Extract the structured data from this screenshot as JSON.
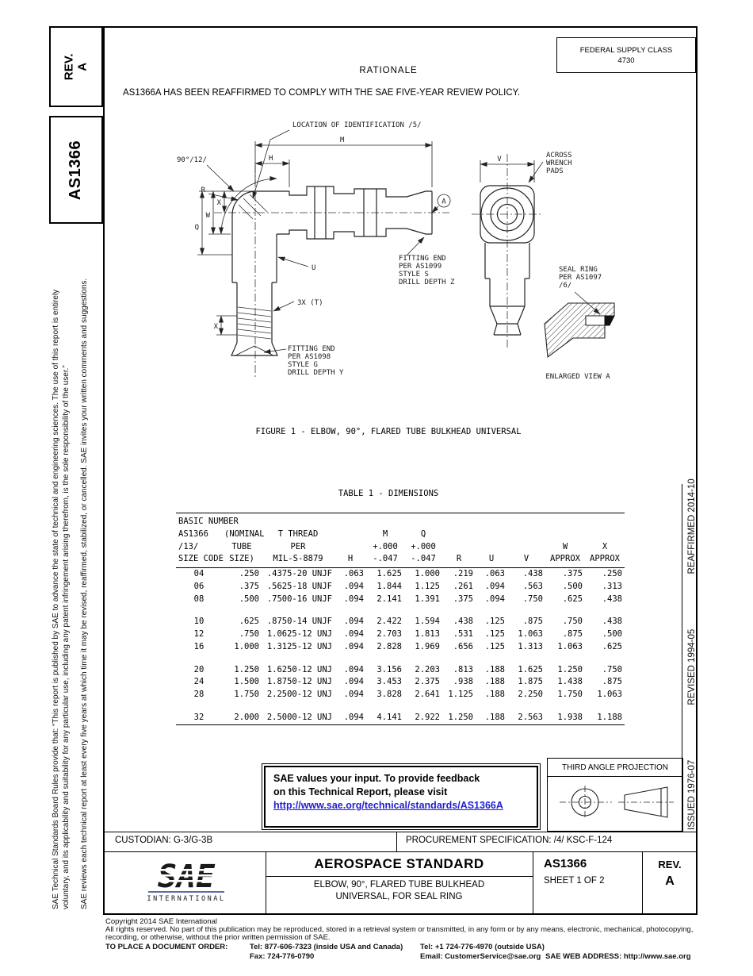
{
  "sidebar": {
    "rev_label": "REV.",
    "rev_value": "A",
    "doc_number": "AS1366",
    "disclaimer1_line1": "SAE Technical Standards Board Rules provide that: “This report is published by SAE to advance the state of technical and engineering sciences. The use of this report is entirely",
    "disclaimer1_line2": "voluntary, and its applicability and suitability for any particular use, including any patent infringement arising therefrom, is the sole responsibility of the user.”",
    "disclaimer2": "SAE reviews each technical report at least every five years at which time it may be revised, reaffirmed, stabilized, or cancelled. SAE invites your written comments and suggestions."
  },
  "header": {
    "federal_supply_class": "FEDERAL SUPPLY CLASS",
    "federal_supply_code": "4730",
    "rationale_title": "RATIONALE",
    "rationale_text": "AS1366A HAS BEEN REAFFIRMED TO COMPLY WITH THE SAE FIVE-YEAR REVIEW POLICY."
  },
  "revision_strip": {
    "issued": "ISSUED 1976-07",
    "revised": "REVISED 1994-05",
    "reaffirmed": "REAFFIRMED 2014-10"
  },
  "figure": {
    "caption": "FIGURE 1 - ELBOW, 90°, FLARED TUBE BULKHEAD UNIVERSAL",
    "labels": {
      "location_id": "LOCATION OF IDENTIFICATION /5/",
      "angle": "90°/12/",
      "r_dim": "R",
      "h_dim": "H",
      "m_dim": "M",
      "x_dim_top": "X",
      "w_dim": "W",
      "q_dim": "Q",
      "x_dim_bottom": "X",
      "u_dim": "U",
      "t_dim": "3X (T)",
      "view_a": "A",
      "v_dim": "V",
      "fitting_end_s": [
        "FITTING END",
        "PER AS1099",
        "STYLE S",
        "DRILL DEPTH Z"
      ],
      "fitting_end_g": [
        "FITTING END",
        "PER AS1098",
        "STYLE G",
        "DRILL DEPTH Y"
      ],
      "across_wrench": [
        "ACROSS",
        "WRENCH",
        "PADS"
      ],
      "seal_ring": [
        "SEAL RING",
        "PER AS1097",
        "/6/"
      ],
      "enlarged_view": "ENLARGED VIEW A"
    }
  },
  "table": {
    "title": "TABLE 1 - DIMENSIONS",
    "header_lines": [
      [
        "BASIC NUMBER",
        "",
        "",
        "",
        "",
        "",
        "",
        "",
        "",
        "",
        ""
      ],
      [
        "AS1366",
        "(NOMINAL",
        "T THREAD",
        "",
        "M",
        "Q",
        "",
        "",
        "",
        "",
        ""
      ],
      [
        "/13/",
        "TUBE",
        "PER",
        "",
        "+.000",
        "+.000",
        "",
        "",
        "",
        "W",
        "X"
      ],
      [
        "SIZE CODE",
        "SIZE)",
        "MIL-S-8879",
        "H",
        "-.047",
        "-.047",
        "R",
        "U",
        "V",
        "APPROX",
        "APPROX"
      ]
    ],
    "groups": [
      [
        [
          "04",
          ".250",
          ".4375-20 UNJF",
          ".063",
          "1.625",
          "1.000",
          ".219",
          ".063",
          ".438",
          ".375",
          ".250"
        ],
        [
          "06",
          ".375",
          ".5625-18 UNJF",
          ".094",
          "1.844",
          "1.125",
          ".261",
          ".094",
          ".563",
          ".500",
          ".313"
        ],
        [
          "08",
          ".500",
          ".7500-16 UNJF",
          ".094",
          "2.141",
          "1.391",
          ".375",
          ".094",
          ".750",
          ".625",
          ".438"
        ]
      ],
      [
        [
          "10",
          ".625",
          ".8750-14 UNJF",
          ".094",
          "2.422",
          "1.594",
          ".438",
          ".125",
          ".875",
          ".750",
          ".438"
        ],
        [
          "12",
          ".750",
          "1.0625-12 UNJ",
          ".094",
          "2.703",
          "1.813",
          ".531",
          ".125",
          "1.063",
          ".875",
          ".500"
        ],
        [
          "16",
          "1.000",
          "1.3125-12 UNJ",
          ".094",
          "2.828",
          "1.969",
          ".656",
          ".125",
          "1.313",
          "1.063",
          ".625"
        ]
      ],
      [
        [
          "20",
          "1.250",
          "1.6250-12 UNJ",
          ".094",
          "3.156",
          "2.203",
          ".813",
          ".188",
          "1.625",
          "1.250",
          ".750"
        ],
        [
          "24",
          "1.500",
          "1.8750-12 UNJ",
          ".094",
          "3.453",
          "2.375",
          ".938",
          ".188",
          "1.875",
          "1.438",
          ".875"
        ],
        [
          "28",
          "1.750",
          "2.2500-12 UNJ",
          ".094",
          "3.828",
          "2.641",
          "1.125",
          ".188",
          "2.250",
          "1.750",
          "1.063"
        ]
      ],
      [
        [
          "32",
          "2.000",
          "2.5000-12 UNJ",
          ".094",
          "4.141",
          "2.922",
          "1.250",
          ".188",
          "2.563",
          "1.938",
          "1.188"
        ]
      ]
    ]
  },
  "feedback": {
    "line1": "SAE values your input. To provide feedback",
    "line2": "on this Technical Report, please visit",
    "link": "http://www.sae.org/technical/standards/AS1366A"
  },
  "projection": {
    "title": "THIRD ANGLE PROJECTION"
  },
  "custodian_row": {
    "custodian": "CUSTODIAN: G-3/G-3B",
    "procurement": "PROCUREMENT SPECIFICATION: /4/ KSC-F-124"
  },
  "title_block": {
    "logo_text": "SAE",
    "logo_sub": "INTERNATIONAL",
    "standard_type": "AEROSPACE STANDARD",
    "title_line1": "ELBOW, 90°, FLARED TUBE BULKHEAD",
    "title_line2": "UNIVERSAL, FOR SEAL RING",
    "doc_number": "AS1366",
    "sheet": "SHEET 1 OF 2",
    "rev_label": "REV.",
    "rev_value": "A"
  },
  "footer": {
    "copyright": "Copyright 2014 SAE International",
    "rights1": "All rights reserved. No part of this publication may be reproduced, stored in a retrieval system or transmitted, in any form or by any means, electronic, mechanical, photocopying,",
    "rights2": "recording, or otherwise, without the prior written permission of SAE.",
    "order_label": "TO PLACE A DOCUMENT ORDER:",
    "tel1": "Tel: 877-606-7323 (inside USA and Canada)",
    "tel2": "Tel: +1 724-776-4970 (outside USA)",
    "fax": "Fax: 724-776-0790",
    "email": "Email: CustomerService@sae.org",
    "web": "SAE WEB ADDRESS: http://www.sae.org"
  },
  "colors": {
    "link_blue": "#1f1fcf",
    "sae_blue": "#2b3990"
  }
}
